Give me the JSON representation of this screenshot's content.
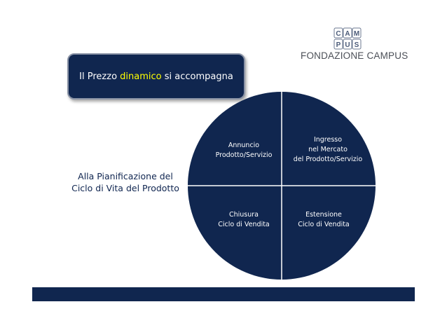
{
  "logo": {
    "letters": [
      "C",
      "A",
      "M",
      "P",
      "U",
      "S"
    ],
    "text": "FONDAZIONE CAMPUS"
  },
  "title": {
    "pre": "Il Prezzo ",
    "highlight": "dinamico",
    "post": " si accompagna"
  },
  "side_label": {
    "line1": "Alla Pianificazione del",
    "line2": "Ciclo di Vita del Prodotto"
  },
  "quadrants": {
    "top_left": {
      "line1": "Annuncio",
      "line2": "Prodotto/Servizio"
    },
    "top_right": {
      "line1": "Ingresso",
      "line2": "nel Mercato",
      "line3": "del Prodotto/Servizio"
    },
    "bottom_left": {
      "line1": "Chiusura",
      "line2": "Ciclo di Vendita"
    },
    "bottom_right": {
      "line1": "Estensione",
      "line2": "Ciclo di Vendita"
    }
  },
  "colors": {
    "navy": "#10264f",
    "highlight": "#ffff00",
    "label": "#0f2550"
  }
}
